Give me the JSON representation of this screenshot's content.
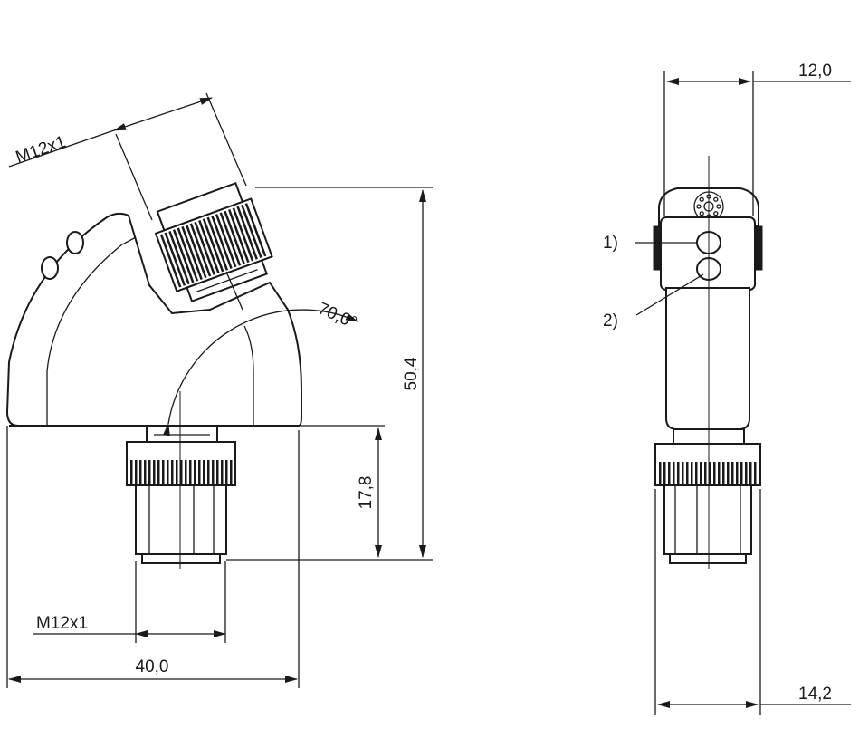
{
  "labels": {
    "thread_top": "M12x1",
    "thread_bottom": "M12x1",
    "angle": "70,0°",
    "height_total": "50,4",
    "height_lower": "17,8",
    "width_front": "40,0",
    "width_side_top": "12,0",
    "width_side_bottom": "14,2",
    "callout_1": "1)",
    "callout_2": "2)"
  }
}
